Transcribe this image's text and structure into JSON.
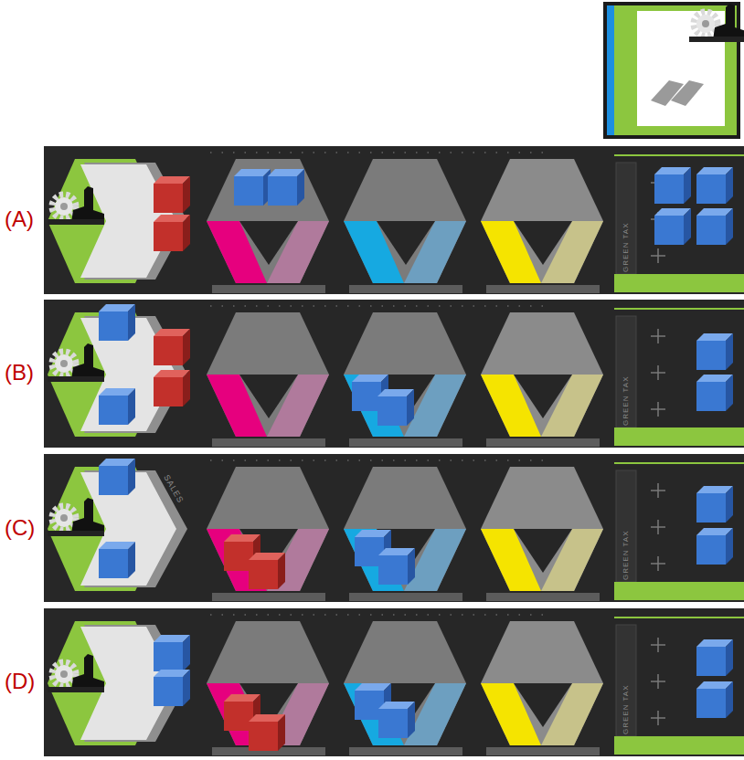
{
  "diagram": {
    "labels": [
      "(A)",
      "(B)",
      "(C)",
      "(D)",
      "GREEN TAX",
      "GREEN TAX",
      "GREEN TAX",
      "GREEN TAX",
      "SALES"
    ]
  }
}
